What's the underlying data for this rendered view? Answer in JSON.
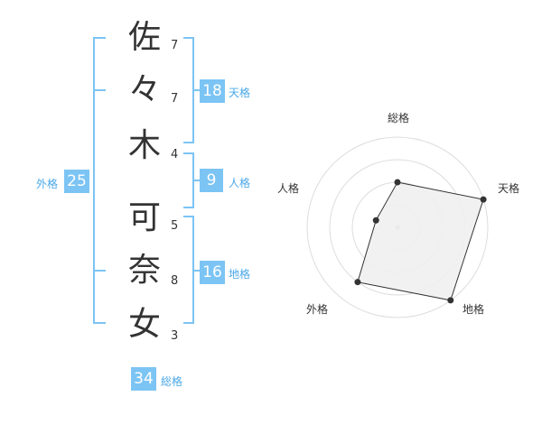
{
  "name": {
    "characters": [
      {
        "char": "佐",
        "strokes": "7"
      },
      {
        "char": "々",
        "strokes": "7"
      },
      {
        "char": "木",
        "strokes": "4"
      },
      {
        "char": "可",
        "strokes": "5"
      },
      {
        "char": "奈",
        "strokes": "8"
      },
      {
        "char": "女",
        "strokes": "3"
      }
    ]
  },
  "fortune": {
    "tenkaku": {
      "value": "18",
      "label": "天格"
    },
    "jinkaku": {
      "value": "9",
      "label": "人格"
    },
    "chikaku": {
      "value": "16",
      "label": "地格"
    },
    "gaikaku": {
      "value": "25",
      "label": "外格"
    },
    "soukaku": {
      "value": "34",
      "label": "総格"
    }
  },
  "radar": {
    "axes": [
      "総格",
      "天格",
      "地格",
      "外格",
      "人格"
    ],
    "levels": 4,
    "values": [
      2,
      4,
      4,
      3,
      1
    ],
    "colors": {
      "grid": "#dddddd",
      "fill": "#f0f0f0",
      "stroke": "#333333",
      "center": "#bbbbbb"
    }
  },
  "colors": {
    "accent": "#7cc4f4",
    "accent_text": "#4aa8e8",
    "text": "#333333"
  }
}
